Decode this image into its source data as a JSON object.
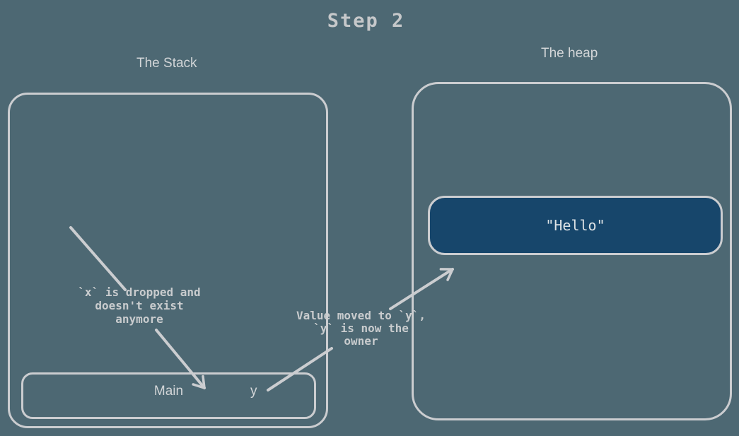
{
  "title": "Step 2",
  "stack": {
    "label": "The Stack",
    "frame_label": "Main",
    "var_label": "y"
  },
  "heap": {
    "label": "The heap",
    "value": "\"Hello\""
  },
  "annotations": {
    "dropped": {
      "line1": "`x` is dropped and",
      "line2": "doesn't exist",
      "line3": "anymore"
    },
    "moved": {
      "line1": "Value moved to `y`,",
      "line2": "`y` is now the",
      "line3": "owner"
    }
  },
  "colors": {
    "background": "#4d6873",
    "stroke": "#cbcdd0",
    "heap_value_fill": "#17466b",
    "text_light": "#d3d6d8",
    "text_mono": "#c9ccce"
  }
}
